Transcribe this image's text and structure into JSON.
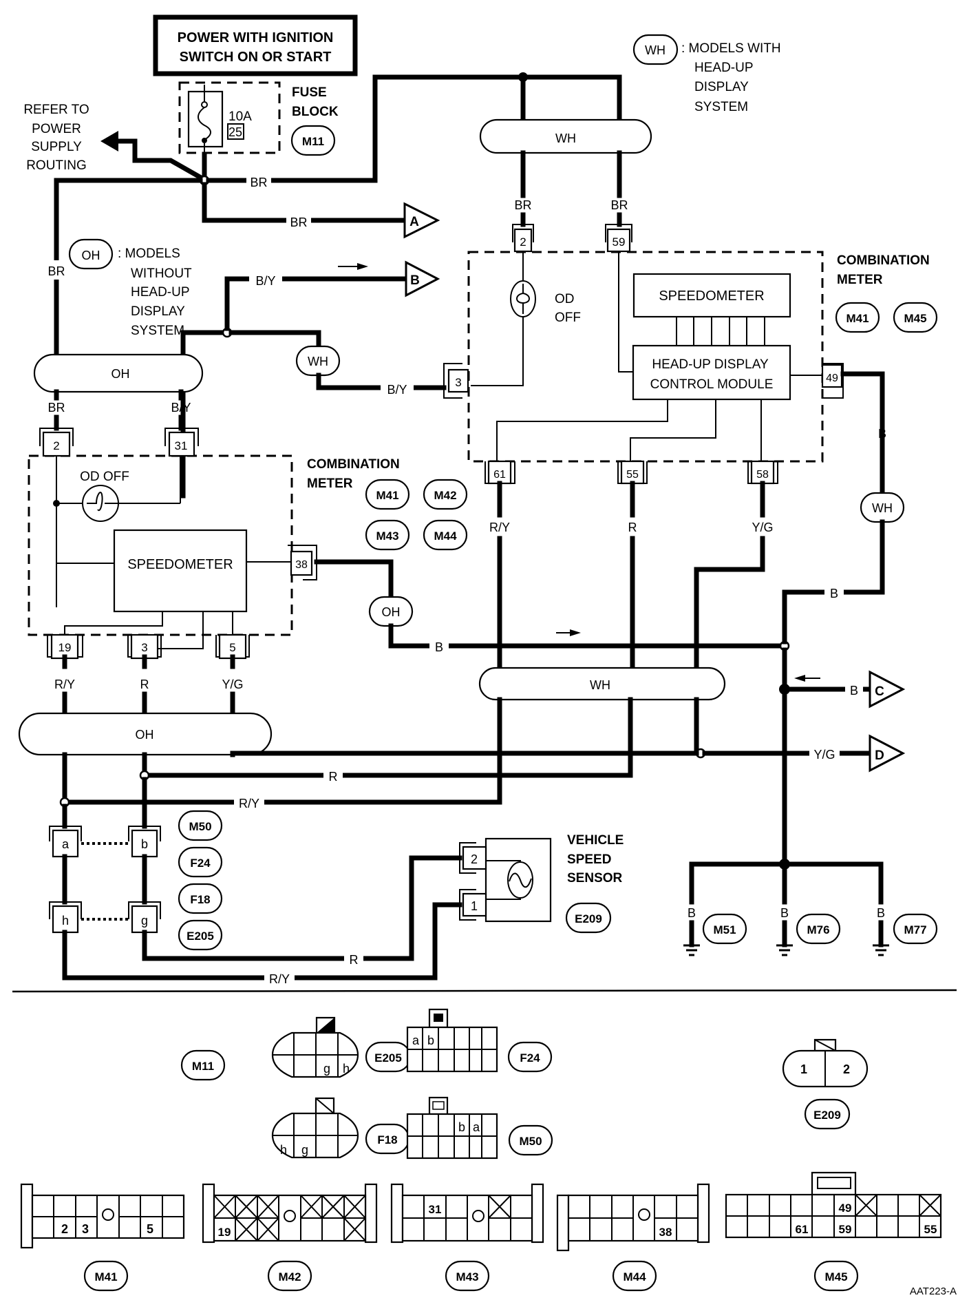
{
  "power_source": {
    "title_line1": "POWER WITH IGNITION",
    "title_line2": "SWITCH ON OR START"
  },
  "fuse": {
    "rating": "10A",
    "number": "25",
    "label_line1": "FUSE",
    "label_line2": "BLOCK",
    "connector": "M11"
  },
  "refer_note": [
    "REFER TO",
    "POWER",
    "SUPPLY",
    "ROUTING"
  ],
  "legend": {
    "wh": {
      "code": "WH",
      "lines": [
        ": MODELS WITH",
        "HEAD-UP",
        "DISPLAY",
        "SYSTEM"
      ]
    },
    "oh": {
      "code": "OH",
      "lines": [
        ": MODELS",
        "WITHOUT",
        "HEAD-UP",
        "DISPLAY",
        "SYSTEM"
      ]
    }
  },
  "wire_colors": {
    "br": "BR",
    "by": "B/Y",
    "ry": "R/Y",
    "r": "R",
    "yg": "Y/G",
    "b": "B"
  },
  "harness_labels": {
    "wh": "WH",
    "oh": "OH"
  },
  "off_page": {
    "a": "A",
    "b": "B",
    "c": "C",
    "d": "D"
  },
  "combination_meter_hud": {
    "label_line1": "COMBINATION",
    "label_line2": "METER",
    "connectors": [
      "M41",
      "M45"
    ],
    "speedometer": "SPEEDOMETER",
    "hud_module_line1": "HEAD-UP DISPLAY",
    "hud_module_line2": "CONTROL MODULE",
    "od_off_line1": "OD",
    "od_off_line2": "OFF",
    "terminals": {
      "t2": "2",
      "t59": "59",
      "t3": "3",
      "t49": "49",
      "t61": "61",
      "t55": "55",
      "t58": "58"
    }
  },
  "combination_meter_std": {
    "label_line1": "COMBINATION",
    "label_line2": "METER",
    "connectors": [
      "M41",
      "M42",
      "M43",
      "M44"
    ],
    "speedometer": "SPEEDOMETER",
    "od_off": "OD OFF",
    "terminals": {
      "t2": "2",
      "t31": "31",
      "t38": "38",
      "t19": "19",
      "t3": "3",
      "t5": "5"
    }
  },
  "joint_connectors": {
    "pins": {
      "a": "a",
      "b": "b",
      "h": "h",
      "g": "g"
    },
    "connectors": [
      "M50",
      "F24",
      "F18",
      "E205"
    ]
  },
  "vehicle_speed_sensor": {
    "label_lines": [
      "VEHICLE",
      "SPEED",
      "SENSOR"
    ],
    "connector": "E209",
    "terminals": {
      "t1": "1",
      "t2": "2"
    }
  },
  "grounds": [
    "M51",
    "M76",
    "M77"
  ],
  "connector_views": {
    "m11": "M11",
    "e205": {
      "name": "E205",
      "pins": [
        "g",
        "h"
      ]
    },
    "f24": {
      "name": "F24",
      "pins": [
        "a",
        "b"
      ]
    },
    "f18": {
      "name": "F18",
      "pins": [
        "h",
        "g"
      ]
    },
    "m50": {
      "name": "M50",
      "pins": [
        "b",
        "a"
      ]
    },
    "e209": {
      "name": "E209",
      "pins": [
        "1",
        "2"
      ]
    },
    "m41": {
      "name": "M41",
      "pins": [
        "2",
        "3",
        "5"
      ]
    },
    "m42": {
      "name": "M42",
      "pins": [
        "19"
      ]
    },
    "m43": {
      "name": "M43",
      "pins": [
        "31"
      ]
    },
    "m44": {
      "name": "M44",
      "pins": [
        "38"
      ]
    },
    "m45": {
      "name": "M45",
      "pins": [
        "49",
        "61",
        "59",
        "55"
      ]
    }
  },
  "figure_id": "AAT223-A"
}
